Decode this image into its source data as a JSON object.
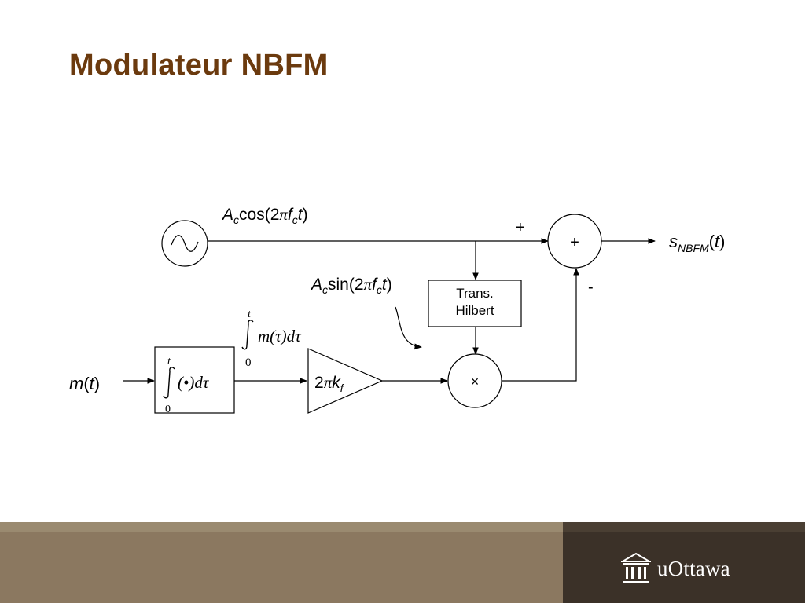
{
  "slide": {
    "title": "Modulateur NBFM"
  },
  "diagram": {
    "carrier_cos": {
      "A": "A",
      "sub": "c",
      "mid": "cos(2",
      "pi": "π",
      "f": "f",
      "fsub": "c",
      "t": "t",
      "close": ")"
    },
    "carrier_sin": {
      "A": "A",
      "sub": "c",
      "mid": "sin(2",
      "pi": "π",
      "f": "f",
      "fsub": "c",
      "t": "t",
      "close": ")"
    },
    "sum_plus_sign": "+",
    "sum_minus_sign": "-",
    "adder_symbol": "+",
    "multiplier_symbol": "×",
    "hilbert_line1": "Trans.",
    "hilbert_line2": "Hilbert",
    "output": {
      "s": "s",
      "sub": "NBFM",
      "open": "(",
      "t": "t",
      "close": ")"
    },
    "input": {
      "m": "m",
      "open": "(",
      "t": "t",
      "close": ")"
    },
    "integrator": {
      "upper": "t",
      "lower": "0",
      "body": "(•)dτ"
    },
    "integral_expr": {
      "upper": "t",
      "lower": "0",
      "body": "m(τ)dτ"
    },
    "gain": {
      "two": "2",
      "pi": "π",
      "k": "k",
      "ksub": "f"
    }
  },
  "footer": {
    "logo_text": "uOttawa",
    "logo_icon": "university-building-icon"
  }
}
